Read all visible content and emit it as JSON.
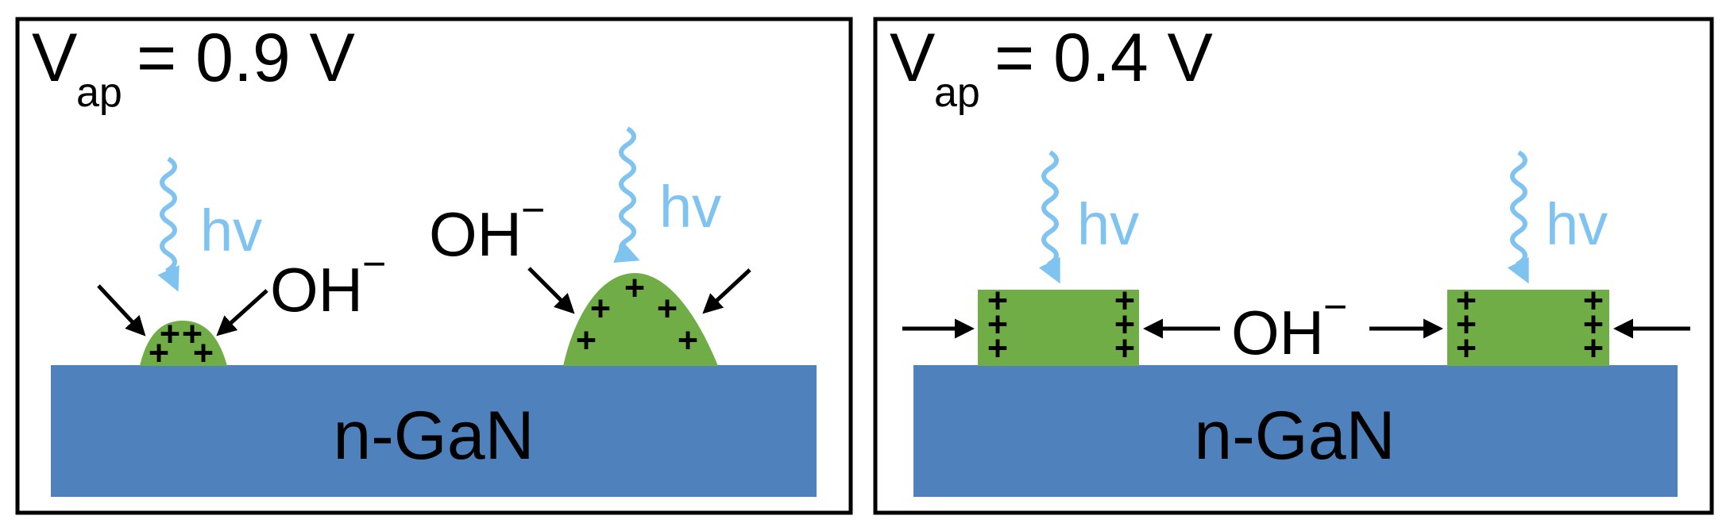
{
  "colors": {
    "frame": "#000000",
    "substrate": "#4f81bd",
    "deposit": "#70ad47",
    "light": "#7fc3f0",
    "arrow": "#000000"
  },
  "panels": [
    {
      "voltage_symbol": "V",
      "voltage_subscript": "ap",
      "voltage_value": "= 0.9 V",
      "substrate_label": "n-GaN",
      "photon_labels": [
        "hv",
        "hv"
      ],
      "hydroxide_labels": [
        {
          "text": "OH",
          "sup": "−"
        },
        {
          "text": "OH",
          "sup": "−"
        }
      ],
      "charge_symbol": "+"
    },
    {
      "voltage_symbol": "V",
      "voltage_subscript": "ap",
      "voltage_value": "= 0.4 V",
      "substrate_label": "n-GaN",
      "photon_labels": [
        "hv",
        "hv"
      ],
      "hydroxide_labels": [
        {
          "text": "OH",
          "sup": "−"
        }
      ],
      "charge_symbol": "+"
    }
  ]
}
